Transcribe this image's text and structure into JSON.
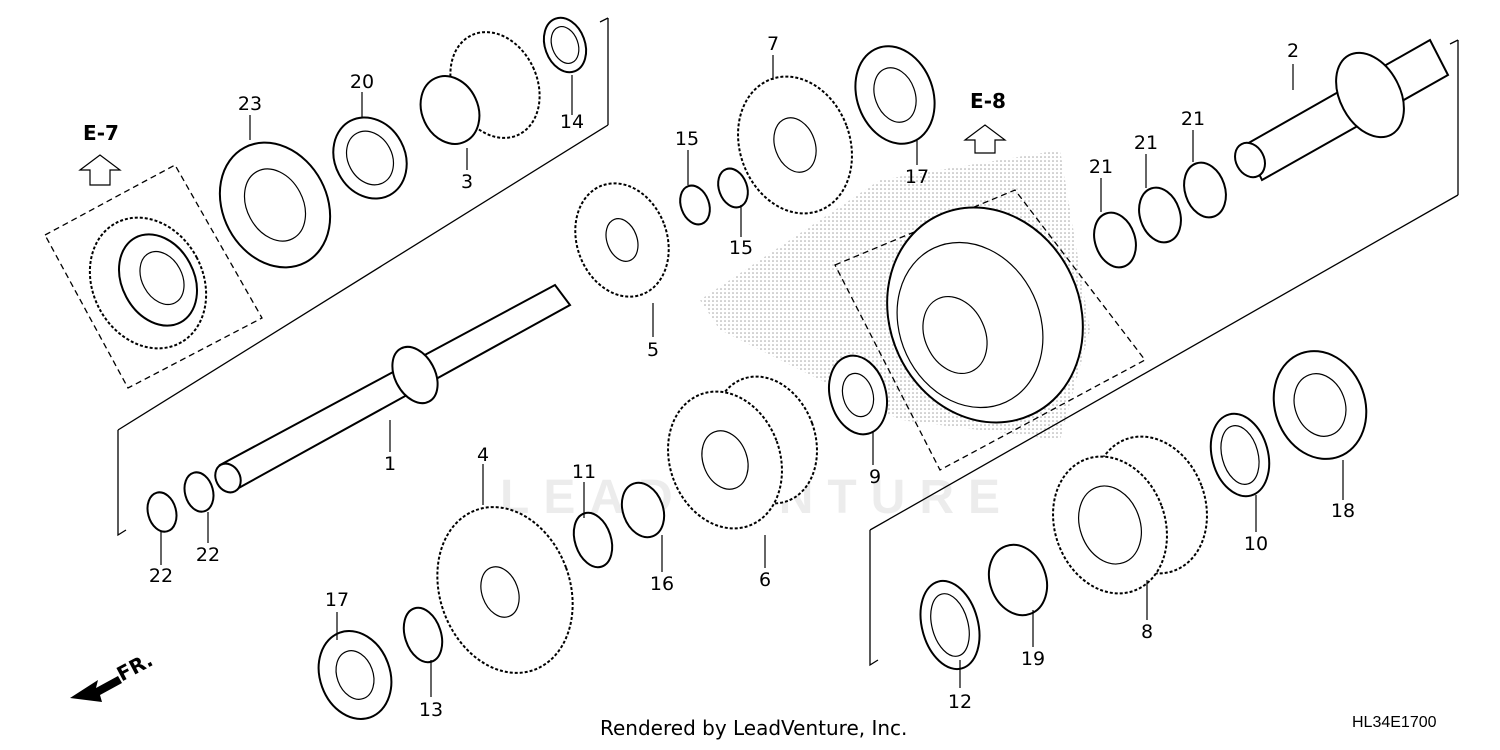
{
  "diagram": {
    "section_refs": {
      "left": "E-7",
      "right": "E-8"
    },
    "front_marker": "FR.",
    "watermark": "LEADVENTURE",
    "credit": "Rendered by LeadVenture, Inc.",
    "diagram_code": "HL34E1700",
    "callouts": {
      "c1": "1",
      "c2": "2",
      "c3": "3",
      "c4": "4",
      "c5": "5",
      "c6": "6",
      "c7": "7",
      "c8": "8",
      "c9": "9",
      "c10": "10",
      "c11": "11",
      "c12": "12",
      "c13": "13",
      "c14": "14",
      "c15a": "15",
      "c15b": "15",
      "c16": "16",
      "c17a": "17",
      "c17b": "17",
      "c18": "18",
      "c19": "19",
      "c20": "20",
      "c21a": "21",
      "c21b": "21",
      "c21c": "21",
      "c22a": "22",
      "c22b": "22",
      "c23": "23"
    }
  }
}
